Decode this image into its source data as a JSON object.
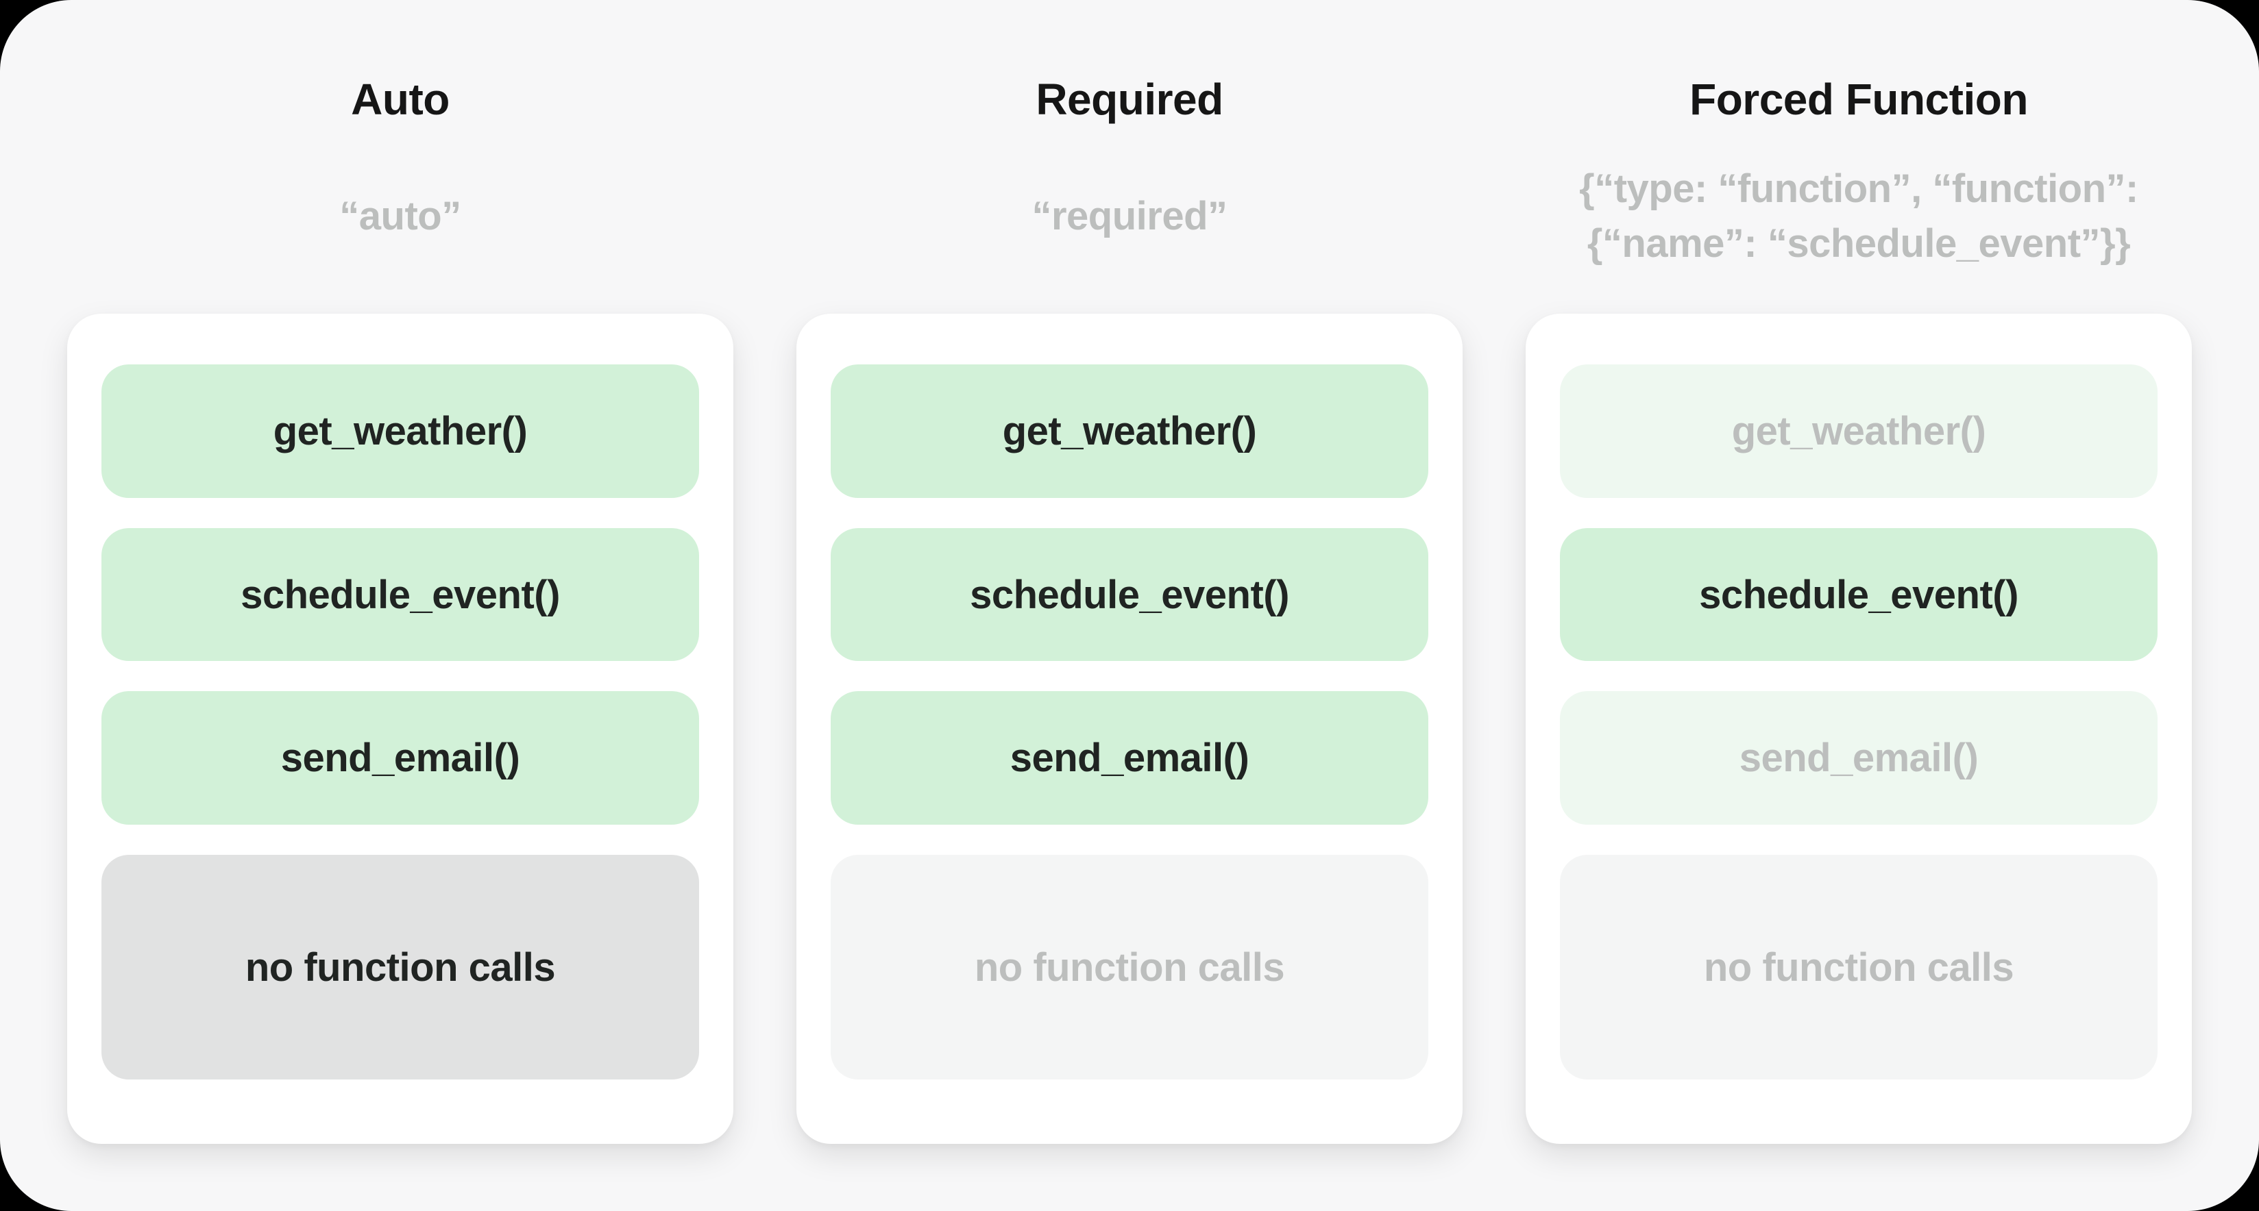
{
  "colors": {
    "page_bg": "#000000",
    "panel_bg": "#f7f7f8",
    "card_bg": "#ffffff",
    "green": "#d2f1d8",
    "green_dim": "#eef8f0",
    "gray_pill": "#e1e2e2",
    "gray_pill_dim": "#f4f5f5",
    "text_dark": "#202422",
    "text_gray": "#bcbebd",
    "title_color": "#161616"
  },
  "columns": [
    {
      "id": "auto",
      "title": "Auto",
      "subtitle_lines": [
        "“auto”"
      ],
      "pills": [
        {
          "label": "get_weather()",
          "state": "active-green"
        },
        {
          "label": "schedule_event()",
          "state": "active-green"
        },
        {
          "label": "send_email()",
          "state": "active-green"
        },
        {
          "label": "no function calls",
          "state": "active-gray"
        }
      ]
    },
    {
      "id": "required",
      "title": "Required",
      "subtitle_lines": [
        "“required”"
      ],
      "pills": [
        {
          "label": "get_weather()",
          "state": "active-green"
        },
        {
          "label": "schedule_event()",
          "state": "active-green"
        },
        {
          "label": "send_email()",
          "state": "active-green"
        },
        {
          "label": "no function calls",
          "state": "dimmed-gray"
        }
      ]
    },
    {
      "id": "forced-function",
      "title": "Forced Function",
      "subtitle_lines": [
        "{“type: “function”, “function”:",
        "{“name”: “schedule_event”}}"
      ],
      "pills": [
        {
          "label": "get_weather()",
          "state": "dimmed-green"
        },
        {
          "label": "schedule_event()",
          "state": "active-green"
        },
        {
          "label": "send_email()",
          "state": "dimmed-green"
        },
        {
          "label": "no function calls",
          "state": "dimmed-gray"
        }
      ]
    }
  ]
}
